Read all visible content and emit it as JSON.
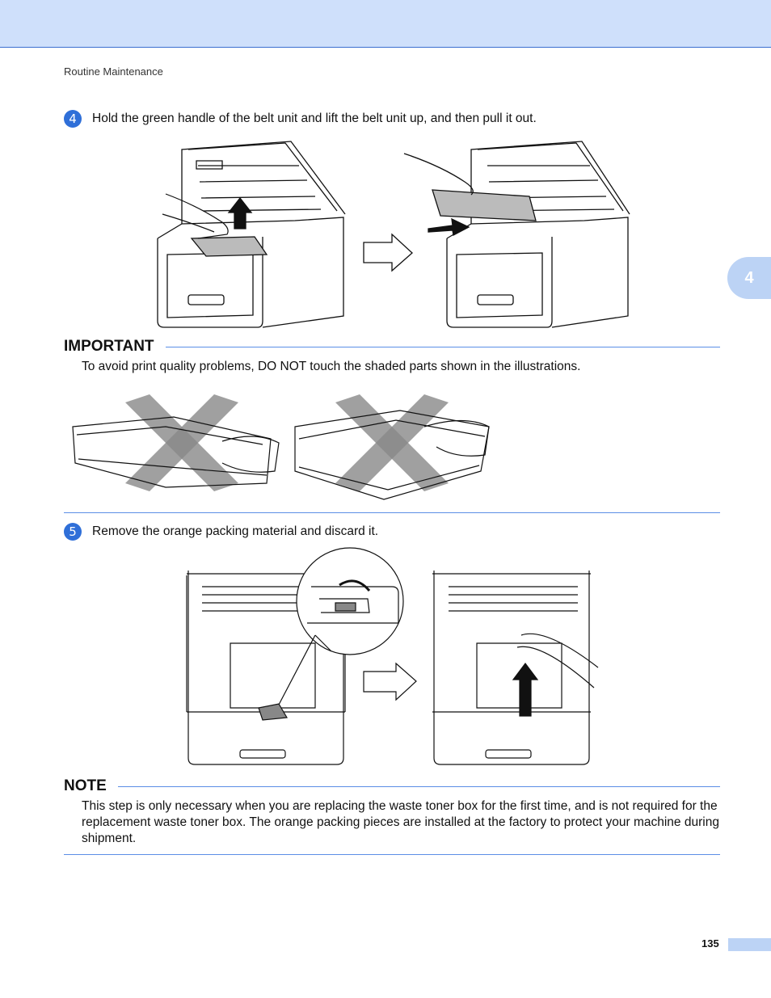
{
  "header": {
    "section": "Routine Maintenance"
  },
  "chapter_tab": "4",
  "step4": {
    "number": "4",
    "text": "Hold the green handle of the belt unit and lift the belt unit up, and then pull it out."
  },
  "important": {
    "title": "IMPORTANT",
    "text": "To avoid print quality problems, DO NOT touch the shaded parts shown in the illustrations."
  },
  "step5": {
    "number": "5",
    "text": "Remove the orange packing material and discard it."
  },
  "note": {
    "title": "NOTE",
    "text": "This step is only necessary when you are replacing the waste toner box for the first time, and is not required for the replacement waste toner box. The orange packing pieces are installed at the factory to protect your machine during shipment."
  },
  "footer": {
    "page_number": "135"
  },
  "colors": {
    "accent": "#2f6fd8",
    "band": "#cfe0fb",
    "tab": "#bcd3f5",
    "rule": "#5b8ee6"
  },
  "icons": [
    "arrow-right-icon",
    "arrow-up-icon",
    "cross-mark-icon",
    "rotate-arrow-icon"
  ]
}
